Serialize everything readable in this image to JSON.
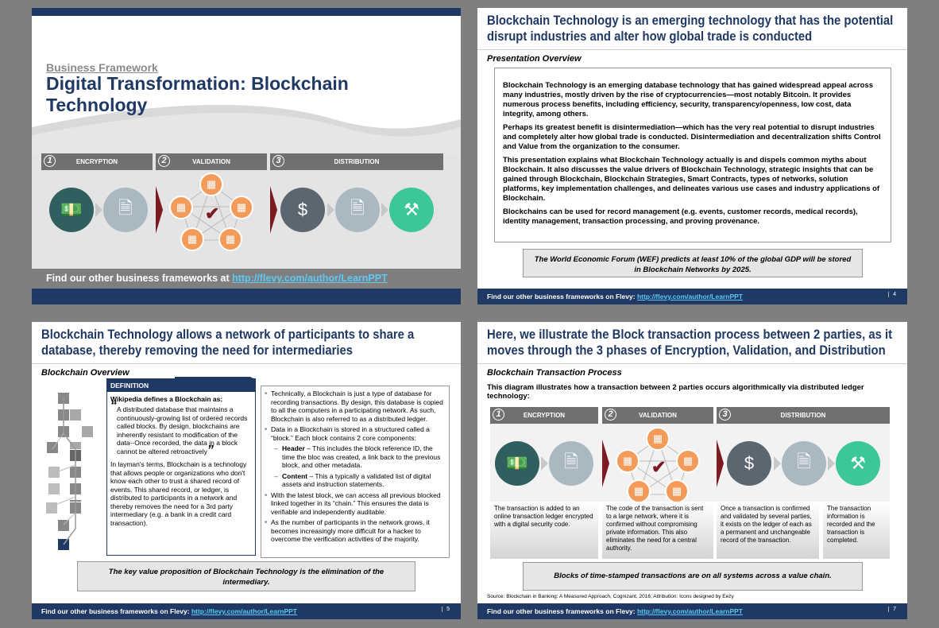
{
  "slide1": {
    "kicker": "Business Framework",
    "title": "Digital Transformation: Blockchain Technology",
    "phases": [
      {
        "num": "1",
        "label": "ENCRYPTION"
      },
      {
        "num": "2",
        "label": "VALIDATION"
      },
      {
        "num": "3",
        "label": "DISTRIBUTION"
      }
    ],
    "footer_text": "Find our other business frameworks at",
    "footer_link": "http://flevy.com/author/LearnPPT"
  },
  "slide2": {
    "title": "Blockchain Technology is an emerging technology that has the potential disrupt industries and alter how global trade is conducted",
    "subheading": "Presentation Overview",
    "paragraphs": [
      "Blockchain Technology is an emerging database technology that has gained widespread appeal across many industries, mostly driven by the rise of cryptocurrencies—most notably Bitcoin.   It provides numerous process benefits, including efficiency, security, transparency/openness, low cost, data integrity, among others.",
      "Perhaps its greatest benefit is disintermediation—which has the very real potential to disrupt industries and completely alter how global trade is conducted.  Disintermediation and decentralization shifts Control and Value from the organization to the consumer.",
      "This presentation explains what Blockchain Technology actually is and dispels common myths about Blockchain.  It also discusses the value drivers of Blockchain Technology, strategic insights that can be gained through Blockchain, Blockchain Strategies, Smart Contracts, types of networks, solution platforms, key implementation challenges, and delineates various use cases and industry applications of Blockchain.",
      "Blockchains can be used for record management (e.g. events, customer records, medical records), identity management, transaction processing, and proving provenance."
    ],
    "quote": "The World Economic Forum (WEF) predicts at least 10% of the global GDP will be stored in Blockchain Networks by 2025.",
    "footer_text": "Find our other business frameworks on Flevy:",
    "footer_link": "http://flevy.com/author/LearnPPT",
    "page": "4"
  },
  "slide3": {
    "title": "Blockchain Technology allows a network of participants to share a database, thereby removing the need for intermediaries",
    "subheading": "Blockchain Overview",
    "definition_header": "DEFINITION",
    "definition_intro": "Wikipedia defines a Blockchain as:",
    "definition_quote": "A distributed database that maintains a continuously-growing list of ordered records called blocks. By design, blockchains are inherently resistant to modification of the data--Once recorded, the data in a block cannot be altered retroactively",
    "layman": "In layman's terms, Blockchain is a technology that allows people or organizations who don't know each other to trust a shared record of events.  This shared record, or ledger, is distributed to participants in a network and thereby removes the need for a 3rd party intermediary (e.g. a bank in a credit card transaction).",
    "bullets": [
      "Technically, a Blockchain is just a type of database for recording transactions.  By design, this database is copied to all the computers in a participating network. As such, Blockchain is also referred to as a distributed ledger.",
      "Data in a Blockchain is stored in a structured called a “block.”  Each block contains 2 core components:"
    ],
    "sub_bullets": [
      {
        "term": "Header",
        "text": " – This includes the block reference ID, the time the bloc was created, a link back to the previous block, and other metadata."
      },
      {
        "term": "Content",
        "text": " – This a typically a validated list of digital assets and instruction statements."
      }
    ],
    "bullets2": [
      "With the latest block, we can access all previous blocked linked together in its “chain.”  This ensures the data is verifiable and independently auditable.",
      "As the number of participants in the network grows, it becomes increasingly more difficult for a hacker to overcome the verification activities of the majority."
    ],
    "quote": "The key value proposition of Blockchain Technology is the elimination of the intermediary.",
    "footer_text": "Find our other business frameworks on Flevy:",
    "footer_link": "http://flevy.com/author/LearnPPT",
    "page": "5"
  },
  "slide4": {
    "title": "Here, we illustrate the Block transaction process between 2 parties, as it moves through the 3 phases of Encryption, Validation, and Distribution",
    "subheading": "Blockchain Transaction Process",
    "intro": "This diagram illustrates how a transaction between 2 parties occurs algorithmically via distributed ledger technology:",
    "phases": [
      {
        "num": "1",
        "label": "ENCRYPTION"
      },
      {
        "num": "2",
        "label": "VALIDATION"
      },
      {
        "num": "3",
        "label": "DISTRIBUTION"
      }
    ],
    "descriptions": [
      "The transaction is added to an online transaction ledger encrypted with a digital security code.",
      "The code of the transaction is sent to a large network, where it is confirmed without compromising private information. This also eliminates the need for a central authority.",
      "Once a transaction is confirmed and validated by several parties, it exists on the ledger of each as a permanent and unchangeable record of the transaction.",
      "The transaction information is recorded and the transaction is completed."
    ],
    "quote": "Blocks of time-stamped transactions are on all systems across a value chain.",
    "source": "Source: Blockchain in Banking: A Measured Approach, Cognizant, 2016; Attribution: Icons designed by Eezy",
    "footer_text": "Find our other business frameworks on Flevy:",
    "footer_link": "http://flevy.com/author/LearnPPT",
    "page": "7"
  },
  "colors": {
    "navy": "#1f3864",
    "teal": "#2f5f5e",
    "orange": "#f59b5a",
    "green": "#3cc79b",
    "maroon": "#7b1a21"
  }
}
